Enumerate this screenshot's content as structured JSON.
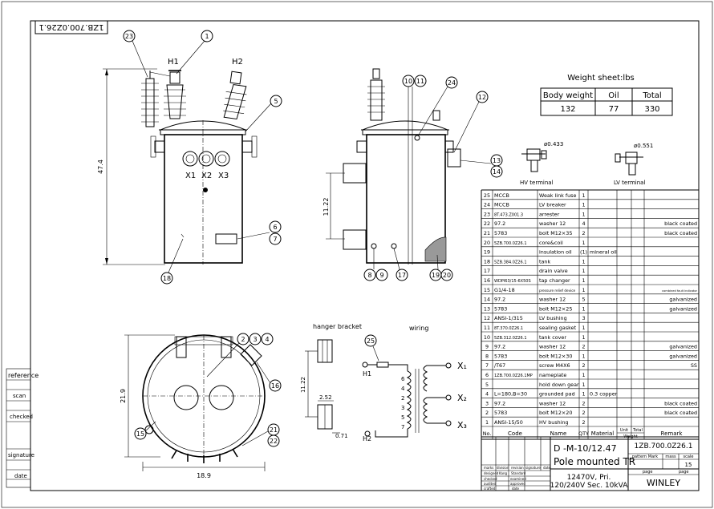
{
  "drawing_number": "1ZB.700.0Z26.1",
  "left_strip": [
    "reference",
    "scan",
    "checked",
    "signature",
    "date"
  ],
  "front_view": {
    "callouts": [
      "23",
      "1",
      "5",
      "6",
      "7",
      "18"
    ],
    "hv_labels": [
      "H1",
      "H2"
    ],
    "lv_labels": [
      "X1",
      "X2",
      "X3"
    ],
    "height_dim": "47.4"
  },
  "side_view": {
    "callouts": [
      "10",
      "11",
      "24",
      "12",
      "13",
      "14",
      "8",
      "9",
      "17",
      "19",
      "20"
    ],
    "dim": "11.22"
  },
  "weight_sheet": {
    "title": "Weight sheet:lbs",
    "headers": [
      "Body weight",
      "Oil",
      "Total"
    ],
    "values": [
      "132",
      "77",
      "330"
    ]
  },
  "terminals": {
    "hv_dim": "ø0.433",
    "hv_label": "HV terminal",
    "lv_dim": "ø0.551",
    "lv_label": "LV terminal"
  },
  "top_view": {
    "callouts": [
      "2",
      "3",
      "4",
      "16",
      "15",
      "21",
      "22"
    ],
    "dim_height": "21.9",
    "dim_width": "18.9"
  },
  "hanger": {
    "title": "hanger bracket",
    "dim1": "11.22",
    "dim2": "2.52",
    "dim3": "0.71"
  },
  "wiring": {
    "title": "wiring",
    "fuse_callout": "25",
    "h1": "H1",
    "h2": "H2",
    "taps": [
      "6",
      "4",
      "2",
      "3",
      "5",
      "7"
    ],
    "outputs": [
      "X₁",
      "X₂",
      "X₃"
    ]
  },
  "bom": {
    "rows": [
      {
        "no": "25",
        "code": "MCCB",
        "name": "Weak link fuse",
        "qty": "1",
        "material": "",
        "unit": "",
        "total": "",
        "remark": ""
      },
      {
        "no": "24",
        "code": "MCCB",
        "name": "LV breaker",
        "qty": "1",
        "material": "",
        "unit": "",
        "total": "",
        "remark": ""
      },
      {
        "no": "23",
        "code": "8T.473.Z001.3",
        "name": "arrester",
        "qty": "1",
        "material": "",
        "unit": "",
        "total": "",
        "remark": ""
      },
      {
        "no": "22",
        "code": "97.2",
        "name": "washer 12",
        "qty": "4",
        "material": "",
        "unit": "",
        "total": "",
        "remark": "black coated"
      },
      {
        "no": "21",
        "code": "5783",
        "name": "bolt M12×35",
        "qty": "2",
        "material": "",
        "unit": "",
        "total": "",
        "remark": "black coated"
      },
      {
        "no": "20",
        "code": "5ZB.700.0Z26.1",
        "name": "core&coil",
        "qty": "1",
        "material": "",
        "unit": "",
        "total": "",
        "remark": ""
      },
      {
        "no": "19",
        "code": "",
        "name": "insulation oil",
        "qty": "(1)",
        "material": "mineral oil",
        "unit": "",
        "total": "",
        "remark": ""
      },
      {
        "no": "18",
        "code": "5ZB.384.0Z26.1",
        "name": "tank",
        "qty": "1",
        "material": "",
        "unit": "",
        "total": "",
        "remark": ""
      },
      {
        "no": "17",
        "code": "",
        "name": "drain valve",
        "qty": "1",
        "material": "",
        "unit": "",
        "total": "",
        "remark": ""
      },
      {
        "no": "16",
        "code": "WDPI63/15-6X50S",
        "name": "tap changer",
        "qty": "1",
        "material": "",
        "unit": "",
        "total": "",
        "remark": ""
      },
      {
        "no": "15",
        "code": "G1/4-18",
        "name": "pressure relief device",
        "qty": "1",
        "material": "",
        "unit": "",
        "total": "",
        "remark": "combined fault indicator"
      },
      {
        "no": "14",
        "code": "97.2",
        "name": "washer 12",
        "qty": "5",
        "material": "",
        "unit": "",
        "total": "",
        "remark": "galvanized"
      },
      {
        "no": "13",
        "code": "5783",
        "name": "bolt M12×25",
        "qty": "1",
        "material": "",
        "unit": "",
        "total": "",
        "remark": "galvanized"
      },
      {
        "no": "12",
        "code": "ANSI-1/315",
        "name": "LV bushing",
        "qty": "3",
        "material": "",
        "unit": "",
        "total": "",
        "remark": ""
      },
      {
        "no": "11",
        "code": "8T.370.0Z26.1",
        "name": "sealing gasket",
        "qty": "1",
        "material": "",
        "unit": "",
        "total": "",
        "remark": ""
      },
      {
        "no": "10",
        "code": "5ZB.312.0Z26.1",
        "name": "tank cover",
        "qty": "1",
        "material": "",
        "unit": "",
        "total": "",
        "remark": ""
      },
      {
        "no": "9",
        "code": "97.2",
        "name": "washer 12",
        "qty": "2",
        "material": "",
        "unit": "",
        "total": "",
        "remark": "galvanized"
      },
      {
        "no": "8",
        "code": "5783",
        "name": "bolt M12×30",
        "qty": "1",
        "material": "",
        "unit": "",
        "total": "",
        "remark": "galvanized"
      },
      {
        "no": "7",
        "code": "/T67",
        "name": "screw M4X6",
        "qty": "2",
        "material": "",
        "unit": "",
        "total": "",
        "remark": "SS"
      },
      {
        "no": "6",
        "code": "1ZB.700.0Z26.1MP",
        "name": "nameplate",
        "qty": "1",
        "material": "",
        "unit": "",
        "total": "",
        "remark": ""
      },
      {
        "no": "5",
        "code": "",
        "name": "hold down gear",
        "qty": "1",
        "material": "",
        "unit": "",
        "total": "",
        "remark": ""
      },
      {
        "no": "4",
        "code": "L=180,B=30",
        "name": "grounded pad",
        "qty": "1",
        "material": "0.3 copper",
        "unit": "",
        "total": "",
        "remark": ""
      },
      {
        "no": "3",
        "code": "97.2",
        "name": "washer 12",
        "qty": "2",
        "material": "",
        "unit": "",
        "total": "",
        "remark": "black coated"
      },
      {
        "no": "2",
        "code": "5783",
        "name": "bolt M12×20",
        "qty": "2",
        "material": "",
        "unit": "",
        "total": "",
        "remark": "black coated"
      },
      {
        "no": "1",
        "code": "ANSI-15/50",
        "name": "HV bushing",
        "qty": "2",
        "material": "",
        "unit": "",
        "total": "",
        "remark": ""
      }
    ],
    "headers": {
      "no": "No.",
      "code": "Code",
      "name": "Name",
      "qty": "QTY",
      "material": "Material",
      "unit": "Unit",
      "total": "Total",
      "weight": "Weight",
      "remark": "Remark"
    }
  },
  "title_block": {
    "title1": "D -M-10/12.47",
    "title2": "Pole mounted TR",
    "drawing_no": "1ZB.700.0Z26.1",
    "sig_headers": [
      "marks",
      "division",
      "revision",
      "signature",
      "date"
    ],
    "roles_left": [
      "designed",
      "checked",
      "audited",
      "crafted"
    ],
    "roles_mid": [
      "Kang",
      "Standard",
      "examined",
      "approved",
      "date"
    ],
    "spec1": "12470V, Pri.",
    "spec2": "120/240V Sec. 10kVA",
    "pattern_mark": "pattern Mark",
    "mass": "mass",
    "scale": "scale",
    "scale_value": "15",
    "page": "page",
    "company": "WINLEY"
  }
}
